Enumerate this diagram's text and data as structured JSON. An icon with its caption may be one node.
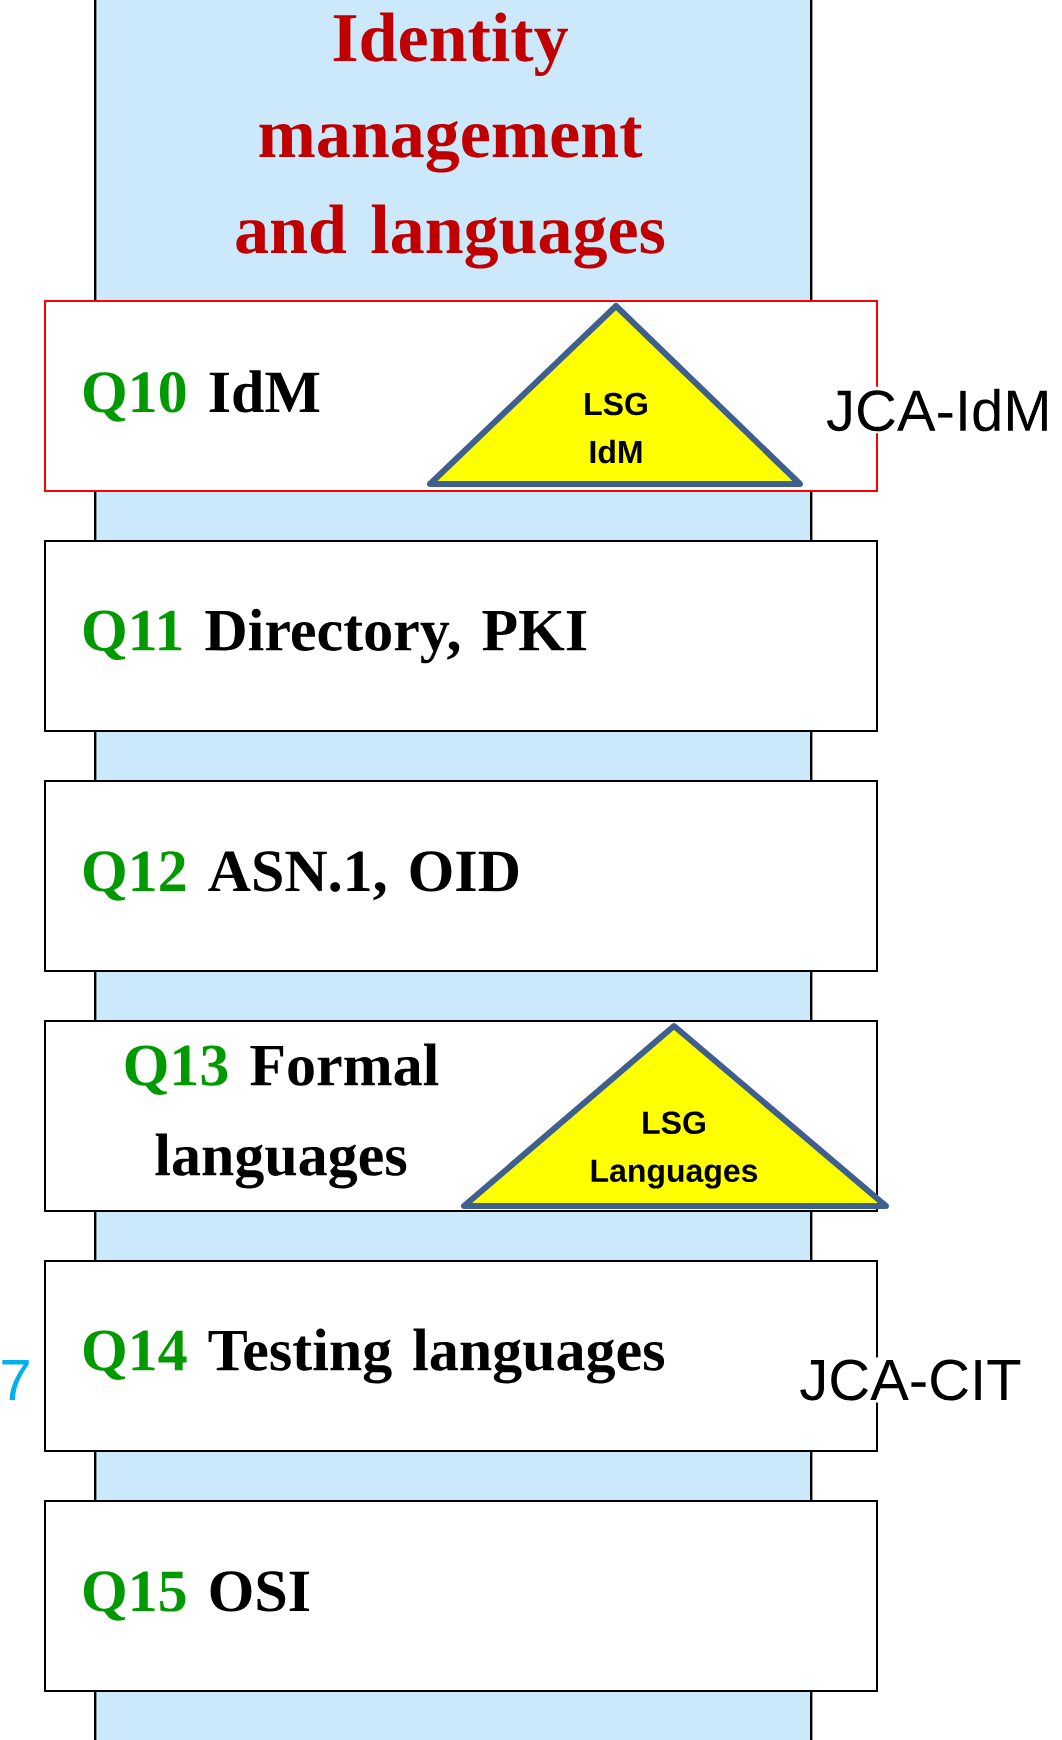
{
  "diagram": {
    "nodes": [
      {
        "text": [
          "Identity management and languages"
        ]
      },
      {
        "text": [
          "Q10",
          "IdM"
        ]
      },
      {
        "text": [
          "LSG IdM"
        ],
        "in": 1
      },
      {
        "text": [
          "Q11",
          "Directory, PKI"
        ]
      },
      {
        "text": [
          "Q12",
          "ASN.1, OID"
        ]
      },
      {
        "text": [
          "Q13",
          "Formal languages"
        ]
      },
      {
        "text": [
          "LSG Languages"
        ],
        "in": 5
      },
      {
        "text": [
          "Q14",
          "Testing languages"
        ]
      },
      {
        "text": [
          "Q15",
          "OSI"
        ]
      }
    ],
    "labels": [
      "JCA-IdM",
      "7",
      "JCA-CIT"
    ]
  }
}
